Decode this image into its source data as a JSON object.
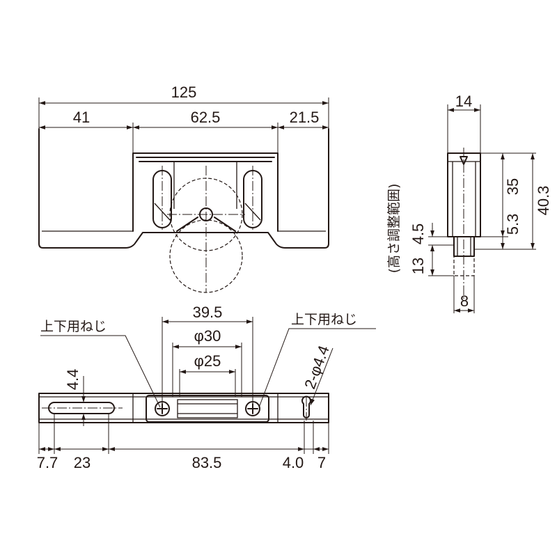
{
  "front_view": {
    "overall_width": "125",
    "left_width": "41",
    "center_width": "62.5",
    "right_width": "21.5"
  },
  "side_view": {
    "width": "14",
    "height_upper": "35",
    "height_total": "40.3",
    "adjust_gap": "5.3",
    "adjust_min": "4.5",
    "wheel_height": "13",
    "wheel_width": "8",
    "adjust_range_label": "(高さ調整範囲)"
  },
  "bottom_view": {
    "screw_pitch": "39.5",
    "wheel_dia_outer": "φ30",
    "wheel_dia_inner": "φ25",
    "slot_width": "4.4",
    "hole_label": "2-φ4.4",
    "screw_label_left": "上下用ねじ",
    "screw_label_right": "上下用ねじ",
    "dim_edge_left": "7.7",
    "dim_slot": "23",
    "dim_between": "83.5",
    "dim_hole": "4.0",
    "dim_edge_right": "7"
  }
}
